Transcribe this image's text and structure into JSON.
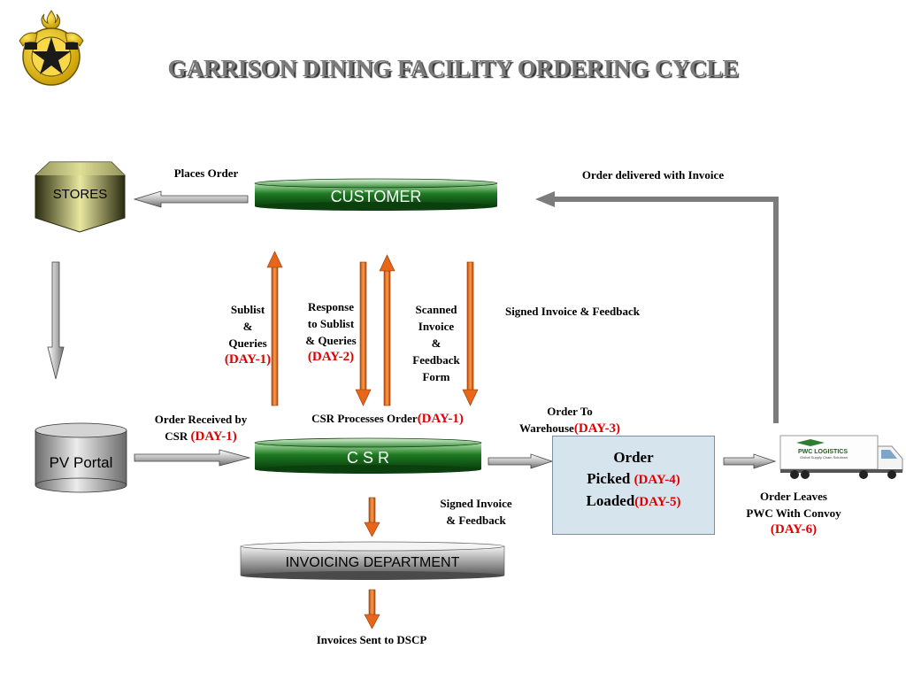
{
  "title": "GARRISON DINING FACILITY ORDERING CYCLE",
  "nodes": {
    "stores": "STORES",
    "customer": "CUSTOMER",
    "pv_portal": "PV Portal",
    "csr": "C S R",
    "invoicing": "INVOICING DEPARTMENT"
  },
  "order_box": {
    "line1": "Order",
    "line2": "Picked",
    "day4": "(DAY-4)",
    "line3": "Loaded",
    "day5": "(DAY-5)"
  },
  "truck": {
    "brand": "PWC LOGISTICS",
    "tagline": "Global Supply Chain Solutions"
  },
  "labels": {
    "places_order": "Places Order",
    "order_delivered": "Order delivered with Invoice",
    "sublist_1": "Sublist",
    "sublist_2": "&",
    "sublist_3": "Queries",
    "sublist_day": "(DAY-1)",
    "response_1": "Response",
    "response_2": "to Sublist",
    "response_3": "& Queries",
    "response_day": "(DAY-2)",
    "scanned_1": "Scanned",
    "scanned_2": "Invoice",
    "scanned_3": "&",
    "scanned_4": "Feedback",
    "scanned_5": "Form",
    "signed_invoice_top": "Signed Invoice & Feedback",
    "order_received_1": "Order Received by",
    "order_received_2": "CSR",
    "order_received_day": "(DAY-1)",
    "csr_processes": "CSR Processes Order",
    "csr_processes_day": "(DAY-1)",
    "order_to_1": "Order To",
    "order_to_2": "Warehouse",
    "order_to_day": "(DAY-3)",
    "signed_invoice_bottom_1": "Signed Invoice",
    "signed_invoice_bottom_2": "& Feedback",
    "order_leaves_1": "Order Leaves",
    "order_leaves_2": "PWC With Convoy",
    "order_leaves_day": "(DAY-6)",
    "invoices_sent": "Invoices Sent to DSCP"
  },
  "colors": {
    "orange_arrow": "#e8661a",
    "green_disc": "#0f5c12",
    "gray_arrow": "#7c7c7c",
    "red_text": "#e00000",
    "olive_shape": "#55562a"
  }
}
